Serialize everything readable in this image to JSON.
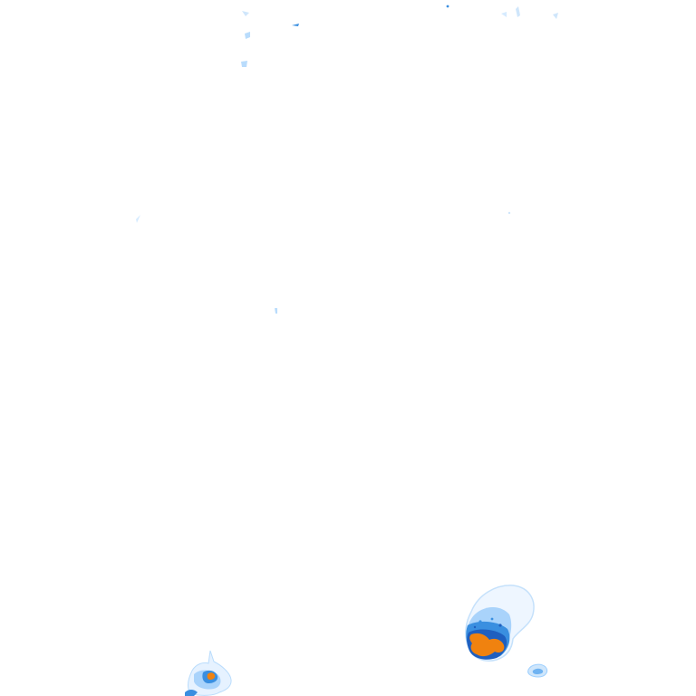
{
  "map": {
    "legend_colors": {
      "trace": "#d6ebff",
      "light": "#9ccfff",
      "moderate": "#3a8fe0",
      "heavy": "#1f5fbf",
      "core": "#f0820f"
    },
    "features": [
      "faint-blue-flecks-top",
      "main-cell-bottom-right",
      "small-satellite-cell-bottom-right",
      "small-cell-bottom-left"
    ]
  }
}
